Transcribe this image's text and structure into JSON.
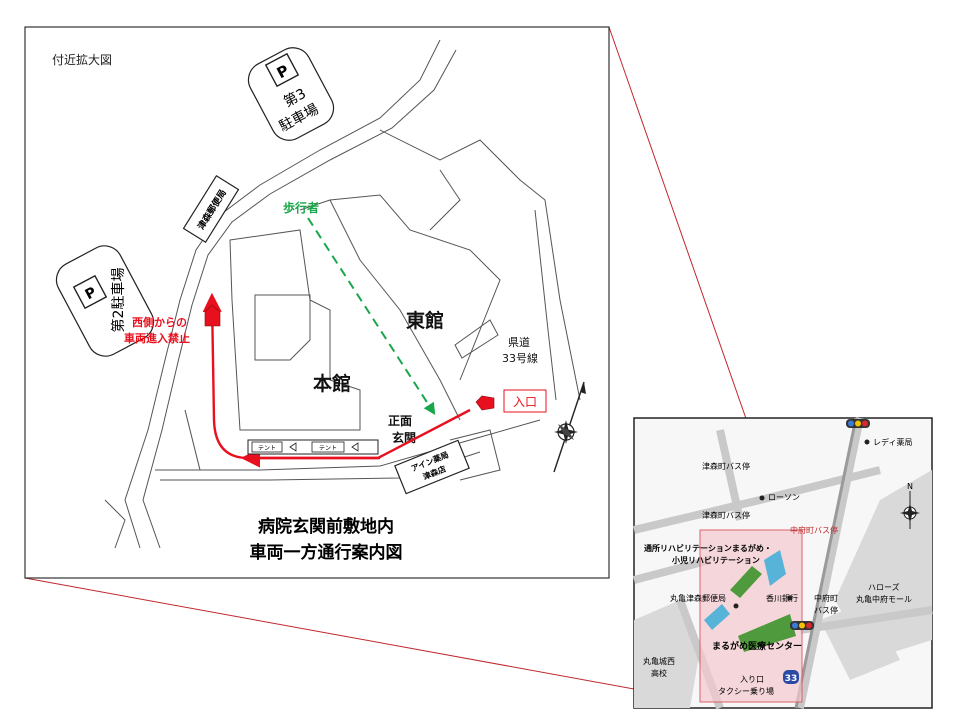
{
  "main_map": {
    "corner_label": "付近拡大図",
    "parking3": {
      "symbol": "P",
      "line1": "第3",
      "line2": "駐車場"
    },
    "parking2": {
      "symbol": "P",
      "line1": "第2駐車場"
    },
    "post_office": "津森郵便局",
    "pedestrian": "歩行者",
    "east_building": "東館",
    "main_building": "本館",
    "route_line1": "県道",
    "route_line2": "33号線",
    "entrance": "入口",
    "front_line1": "正面",
    "front_line2": "玄関",
    "no_entry_line1": "西側からの",
    "no_entry_line2": "車両進入禁止",
    "tent1": "テント",
    "tent2": "テント",
    "pharmacy_line1": "アイン薬局",
    "pharmacy_line2": "津森店",
    "title_line1": "病院玄関前敷地内",
    "title_line2": "車両一方通行案内図"
  },
  "inset_map": {
    "lady_pharmacy": "レディ薬局",
    "bus_stop_top": "津森町バス停",
    "lawson": "ローソン",
    "bus_stop_left": "津森町バス停",
    "nakafu_bus_stop": "中府町バス停",
    "rehab_line1": "通所リハビリテーションまるがめ・",
    "rehab_line2": "小児リハビリテーション",
    "post_office": "丸亀津森郵便局",
    "bank": "香川銀行",
    "nakafu_bus2_line1": "中府町",
    "nakafu_bus2_line2": "バス停",
    "harose_line1": "ハローズ",
    "harose_line2": "丸亀中府モール",
    "center": "まるがめ医療センター",
    "school_line1": "丸亀城西",
    "school_line2": "高校",
    "entrance_line1": "入り口",
    "entrance_line2": "タクシー乗り場",
    "route_number": "33",
    "compass_n": "N"
  },
  "colors": {
    "arrow_red": "#e8101e",
    "pedestrian_green": "#1aa64a",
    "highlight_pink": "#f4c7ce",
    "building_green": "#4f9a3c",
    "parking_blue": "#58b3d8",
    "route_badge_blue": "#2b4aa3"
  },
  "icons": [
    "parking-icon",
    "compass-icon",
    "traffic-light-icon",
    "route-shield-icon",
    "bus-stop-icon"
  ]
}
